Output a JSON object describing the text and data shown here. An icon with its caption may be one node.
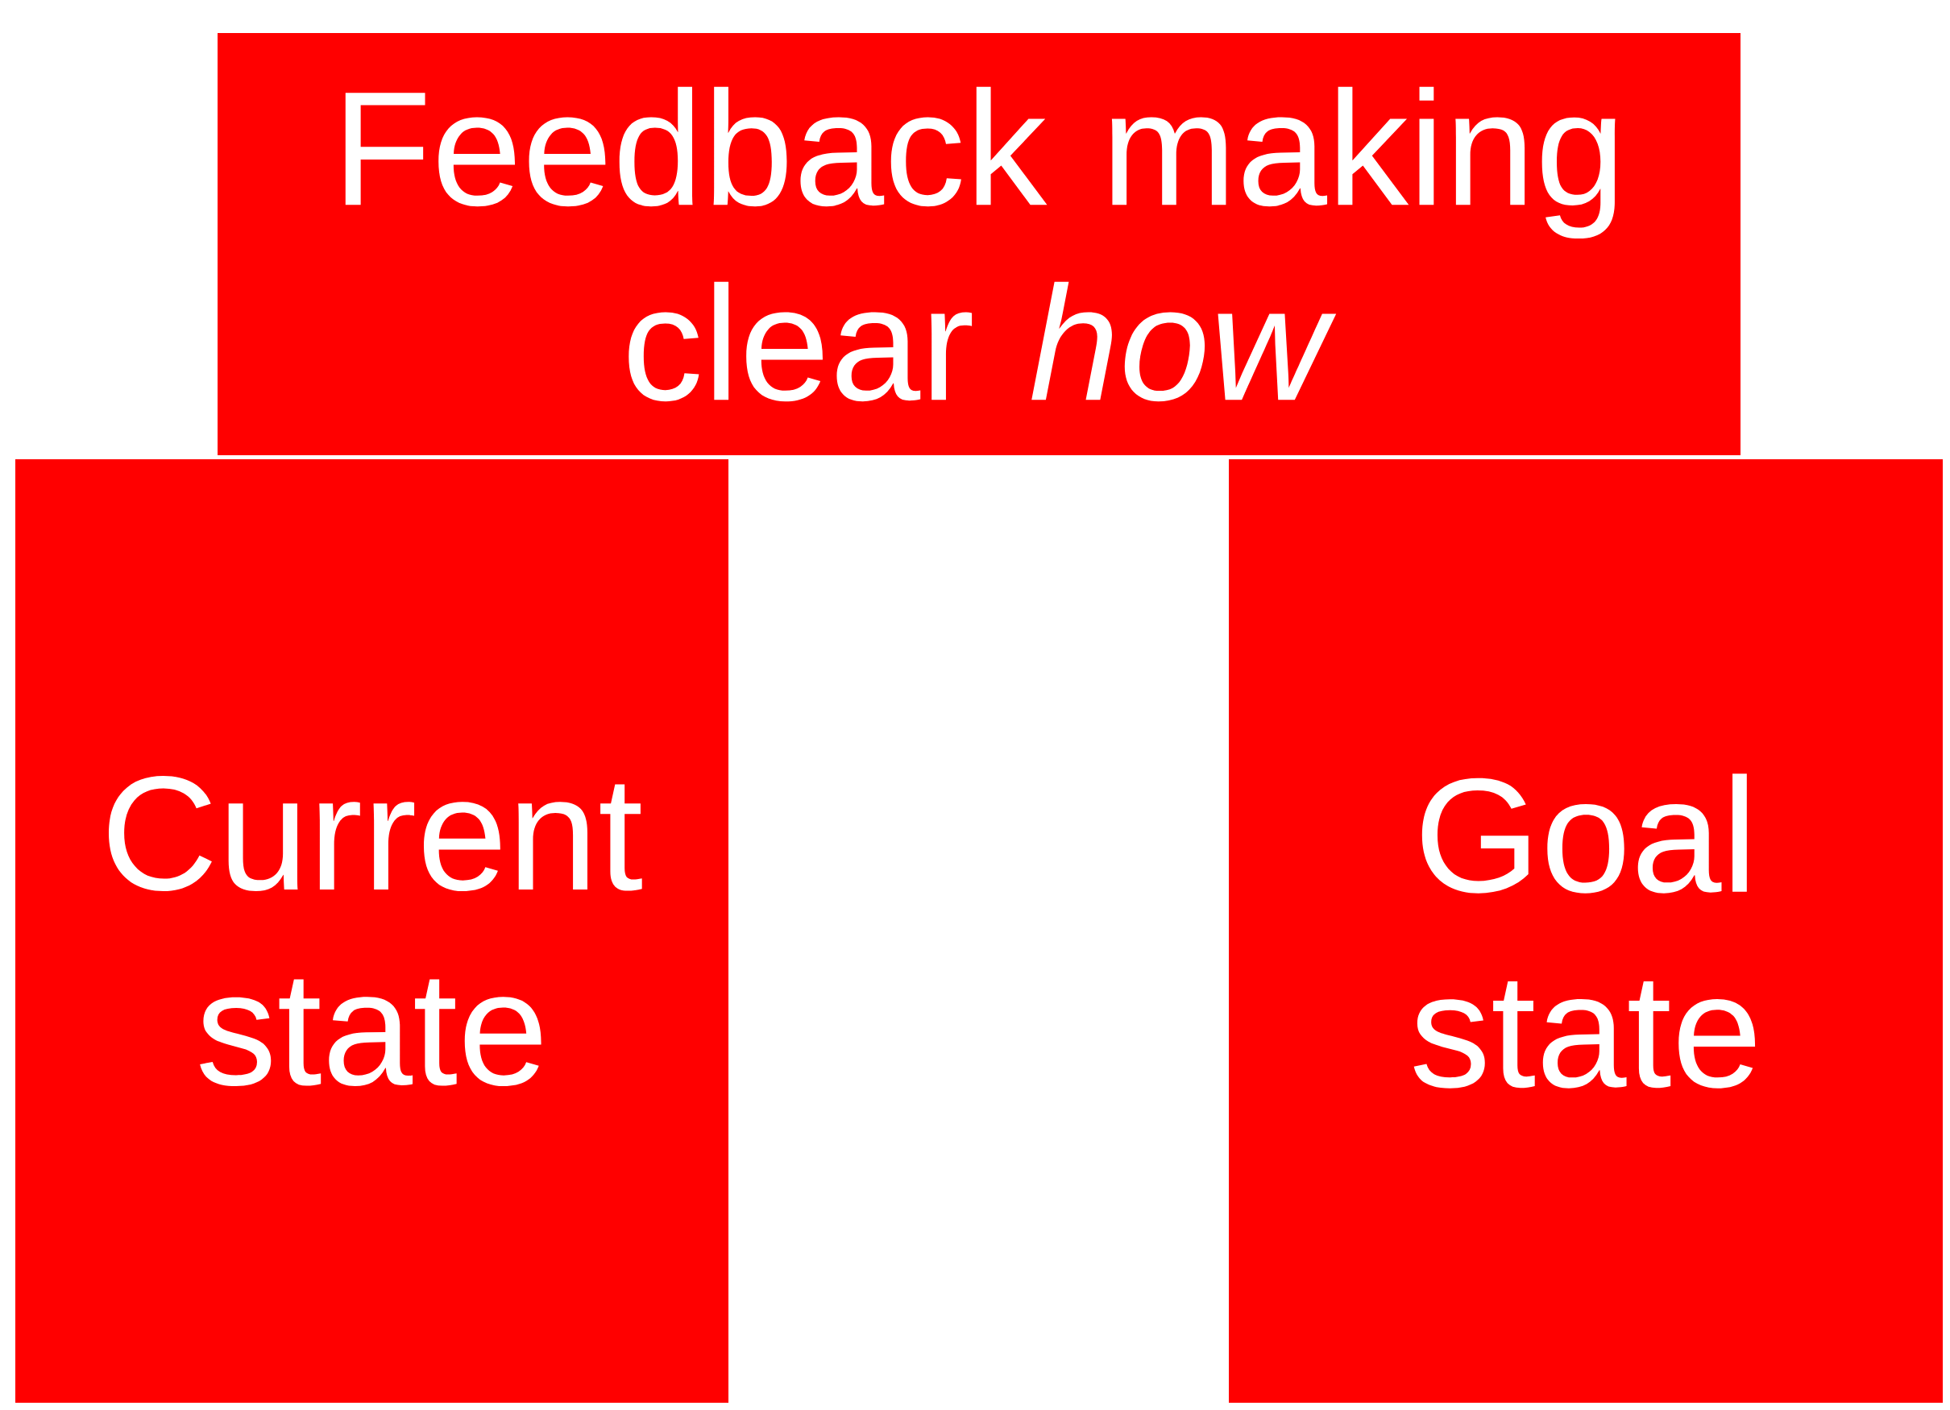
{
  "diagram": {
    "nodes": [
      {
        "text": [
          "Feedback making clear *how*"
        ]
      },
      {
        "text": [
          "Current state"
        ]
      },
      {
        "text": [
          "Goal state"
        ]
      }
    ]
  }
}
